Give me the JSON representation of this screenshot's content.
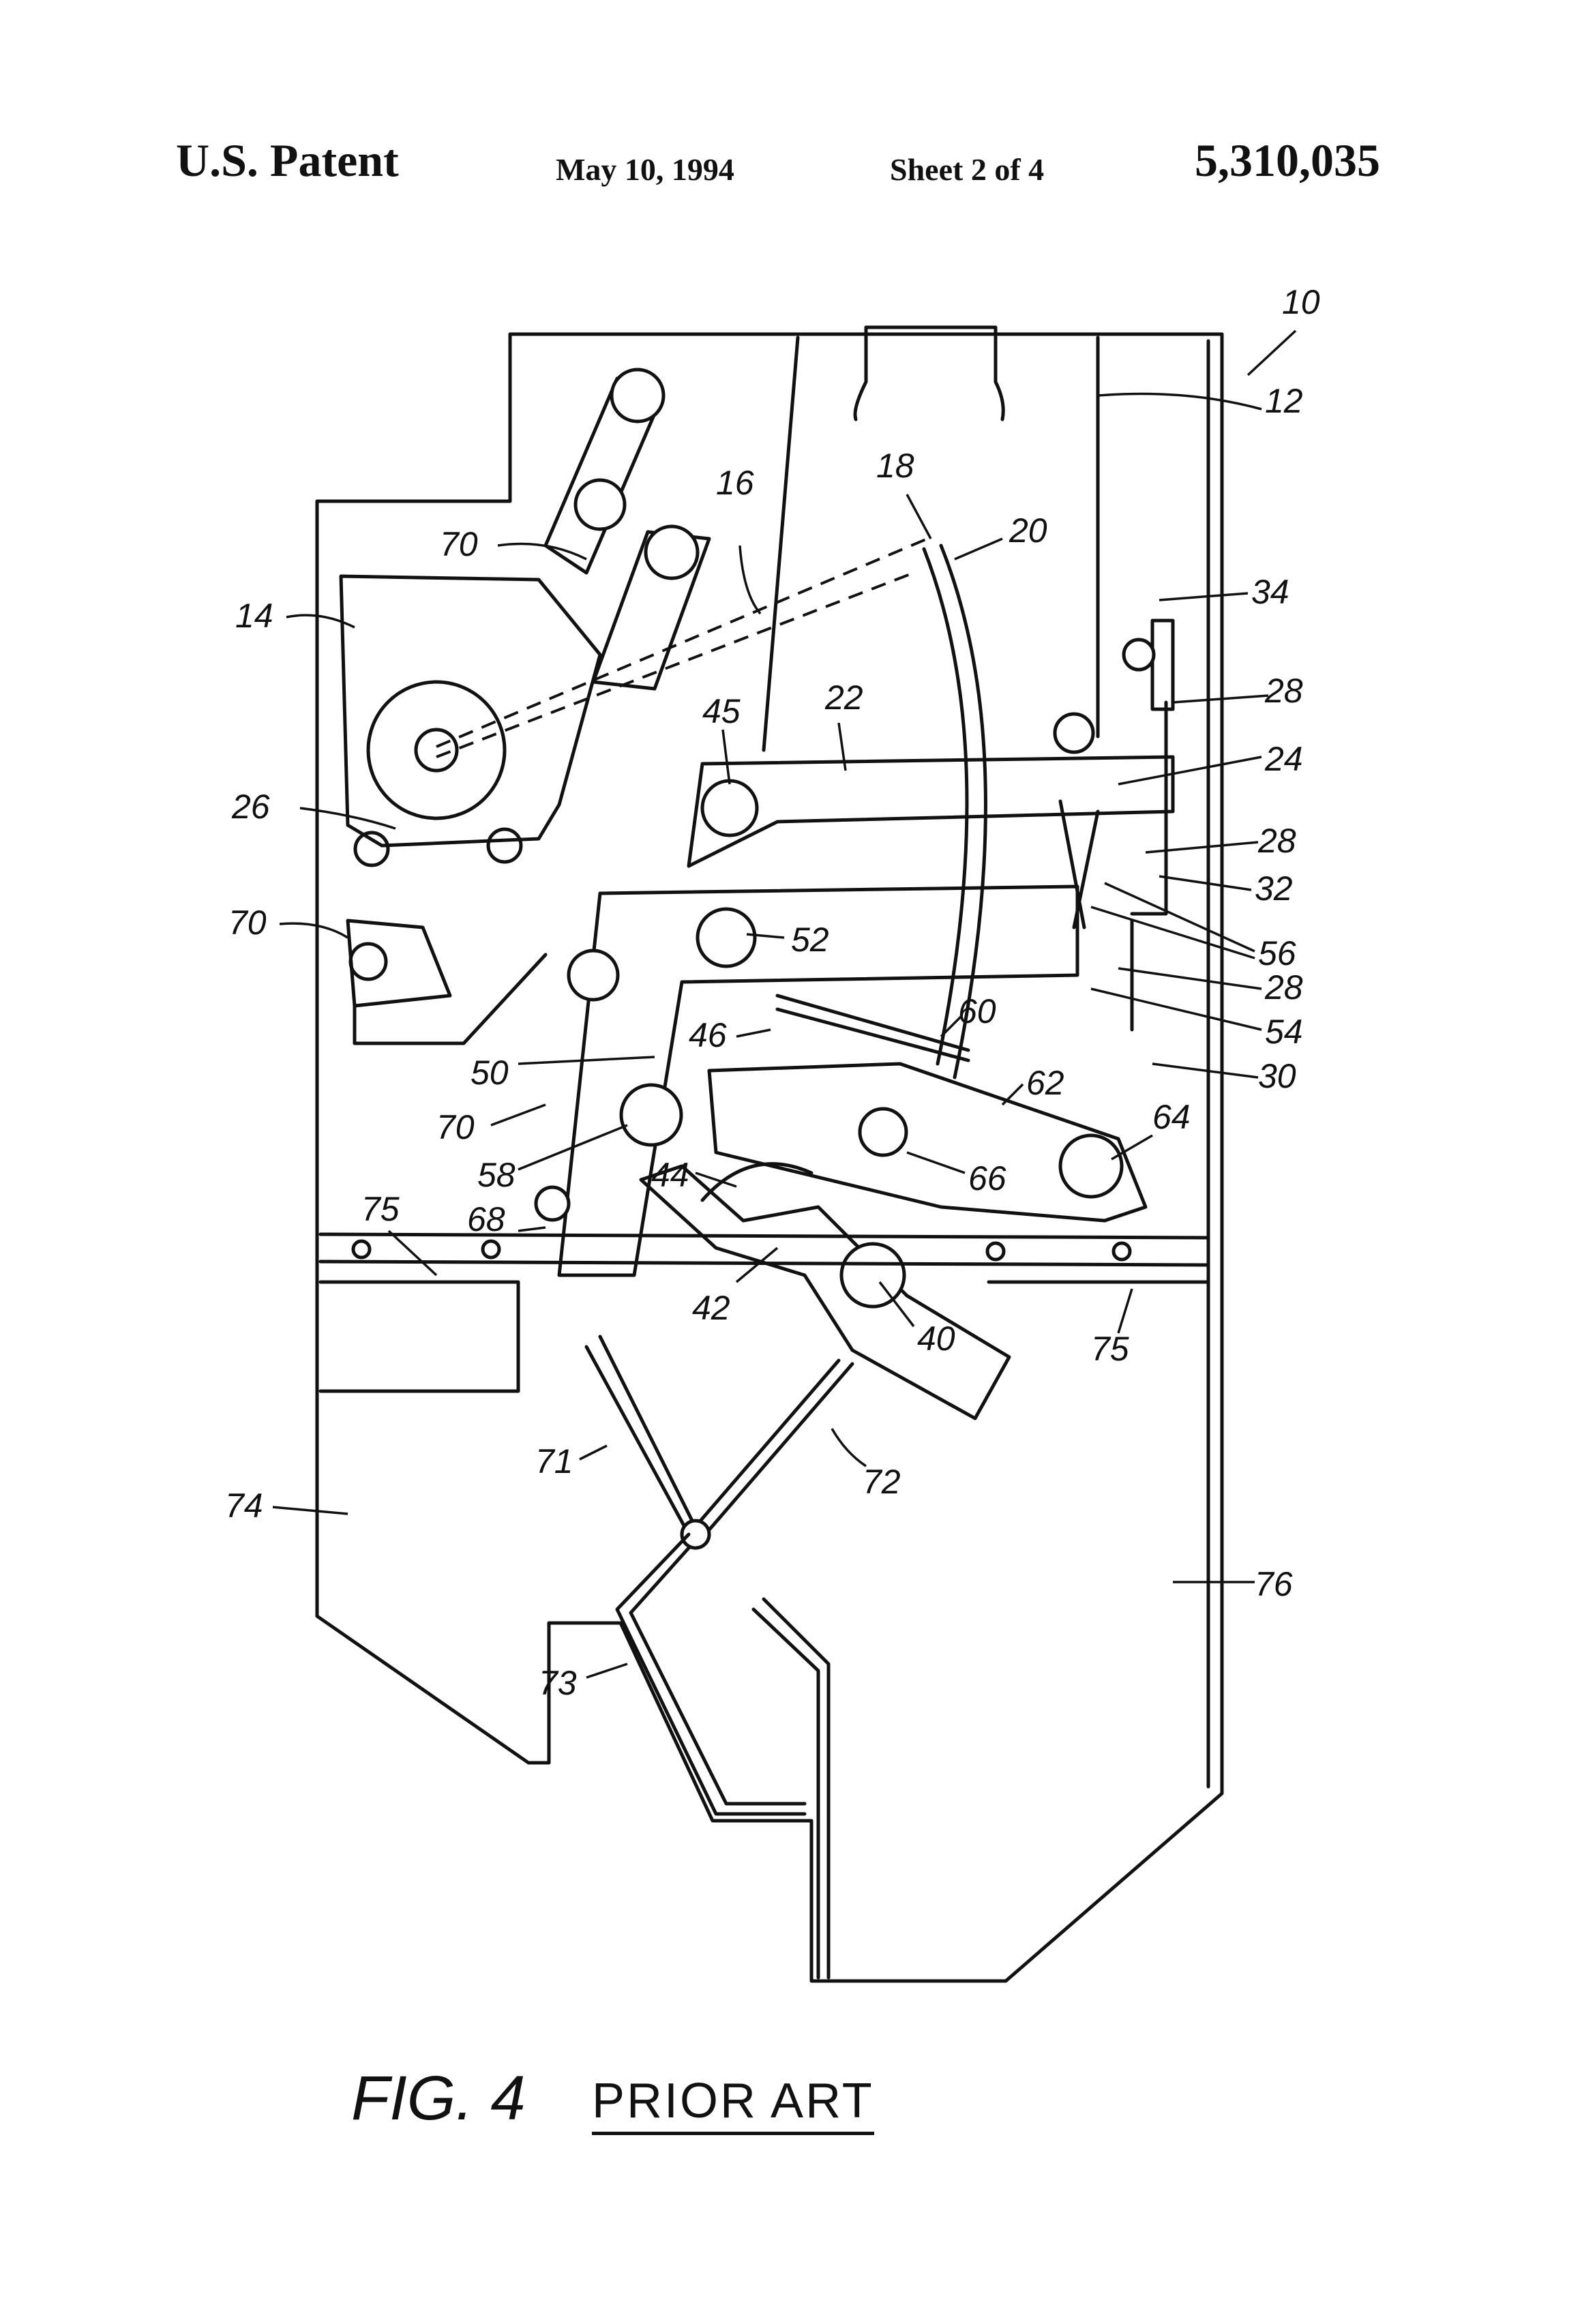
{
  "header": {
    "patent_label": "U.S. Patent",
    "date": "May 10, 1994",
    "sheet": "Sheet 2 of 4",
    "patent_number": "5,310,035"
  },
  "figure": {
    "label": "FIG. 4",
    "note": "PRIOR ART"
  },
  "reference_numerals": [
    "10",
    "12",
    "14",
    "16",
    "18",
    "20",
    "22",
    "24",
    "26",
    "28",
    "30",
    "32",
    "34",
    "40",
    "42",
    "44",
    "45",
    "46",
    "50",
    "52",
    "54",
    "56",
    "58",
    "60",
    "62",
    "64",
    "66",
    "68",
    "70",
    "71",
    "72",
    "73",
    "74",
    "75",
    "76"
  ]
}
